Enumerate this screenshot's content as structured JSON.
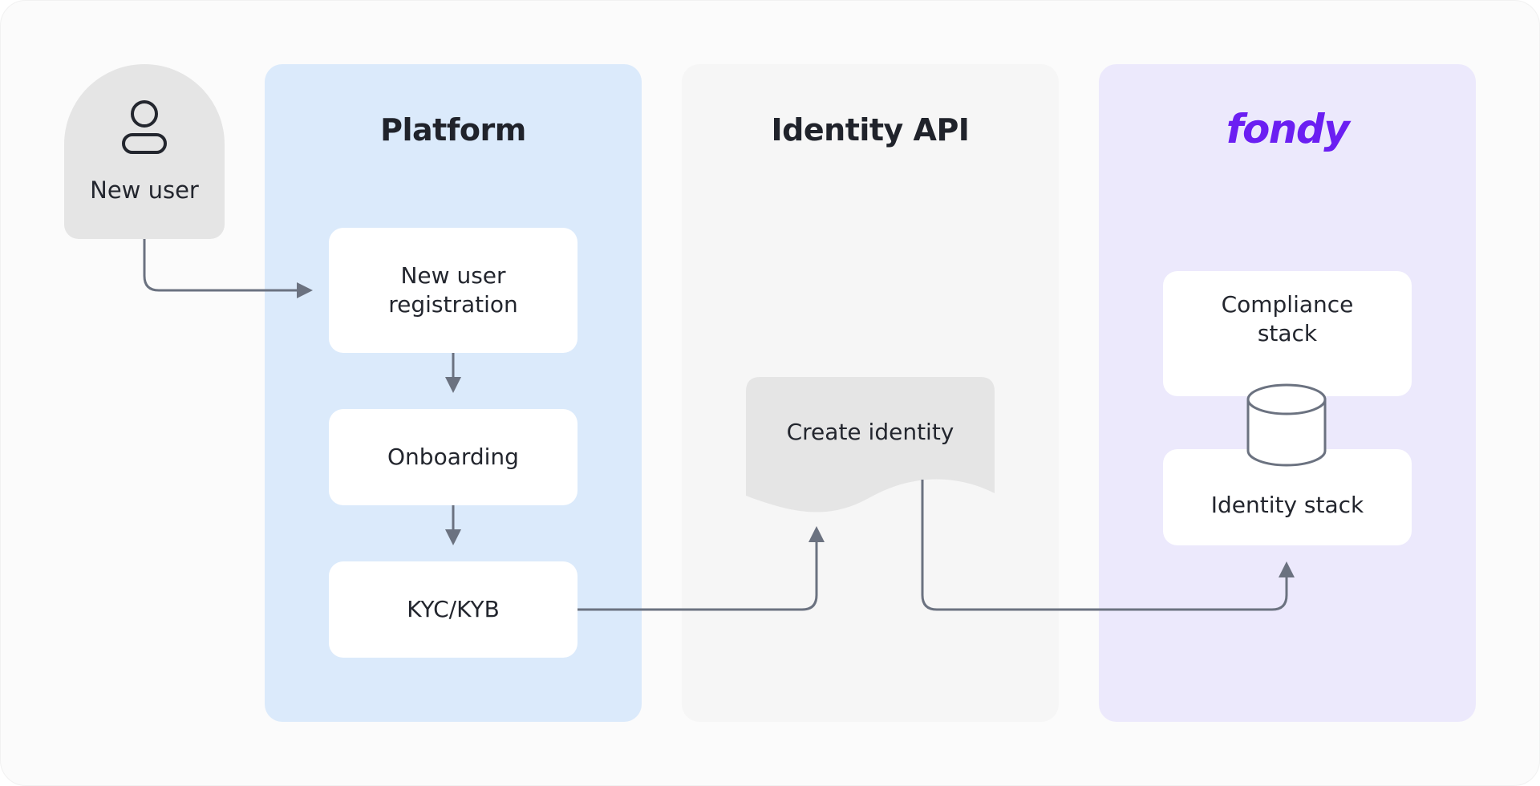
{
  "user": {
    "label": "New user",
    "icon": "user-icon"
  },
  "lanes": {
    "platform": {
      "title": "Platform"
    },
    "api": {
      "title": "Identity API"
    },
    "fondy": {
      "logo_text": "fondy",
      "logo_color": "#6b1ff2"
    }
  },
  "platform_steps": {
    "registration": [
      "New user",
      "registration"
    ],
    "onboarding": "Onboarding",
    "kyc": "KYC/KYB"
  },
  "api_steps": {
    "create_identity": "Create identity"
  },
  "fondy_stacks": {
    "compliance": [
      "Compliance",
      "stack"
    ],
    "identity": "Identity stack",
    "database_icon": "database-icon"
  },
  "colors": {
    "platform_lane": "#dbeafb",
    "api_lane": "#f6f6f6",
    "fondy_lane": "#ece9fc",
    "connector": "#6b7280",
    "document_shape": "#e5e5e5"
  }
}
